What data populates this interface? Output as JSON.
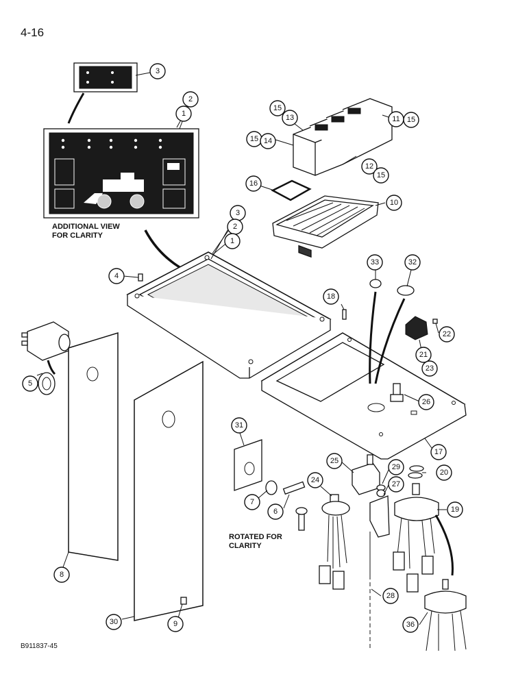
{
  "page_number": "4-16",
  "reference_code": "B911837-45",
  "notes": {
    "additional_view_line1": "ADDITIONAL VIEW",
    "additional_view_line2": "FOR CLARITY",
    "rotated_line1": "ROTATED FOR",
    "rotated_line2": "CLARITY"
  },
  "callouts": [
    "1",
    "2",
    "3",
    "4",
    "5",
    "6",
    "7",
    "8",
    "9",
    "10",
    "11",
    "12",
    "13",
    "14",
    "15",
    "16",
    "17",
    "18",
    "19",
    "20",
    "21",
    "22",
    "23",
    "24",
    "25",
    "26",
    "27",
    "28",
    "29",
    "30",
    "31",
    "32",
    "33",
    "36"
  ]
}
